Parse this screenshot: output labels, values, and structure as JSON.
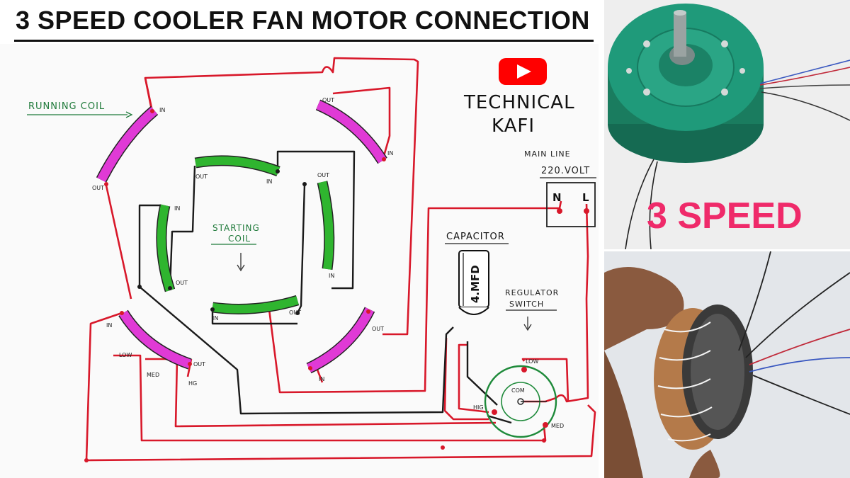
{
  "title": "3 SPEED COOLER FAN MOTOR CONNECTION",
  "labels": {
    "running_coil": "RUNNING COIL",
    "starting_coil_line1": "STARTING",
    "starting_coil_line2": "COIL",
    "channel_line1": "TECHNICAL",
    "channel_line2": "KAFI",
    "main_line_line1": "MAIN LINE",
    "main_line_line2": "220.VOLT",
    "neutral": "N",
    "live": "L",
    "capacitor": "CAPACITOR",
    "capacitor_value": "4.MFD",
    "regulator_line1": "REGULATOR",
    "regulator_line2": "SWITCH",
    "com": "COM",
    "low": "LOW",
    "med": "MED",
    "high": "HIG",
    "coil_in": "IN",
    "coil_out": "OUT",
    "tap_low": "LOW",
    "tap_med": "MED",
    "tap_high": "HG"
  },
  "right_panel": {
    "speed_label": "3 SPEED"
  },
  "colors": {
    "wire_red": "#d8182a",
    "wire_black": "#1a1a1a",
    "running_coil": "#e03ad6",
    "starting_coil": "#2fb52f",
    "youtube_red": "#ff0000",
    "speed_label": "#ef2a6a",
    "motor_green": "#1f9a7a",
    "regulator_green": "#1e8a3a"
  },
  "icons": {
    "channel_logo": "youtube-play-icon"
  }
}
